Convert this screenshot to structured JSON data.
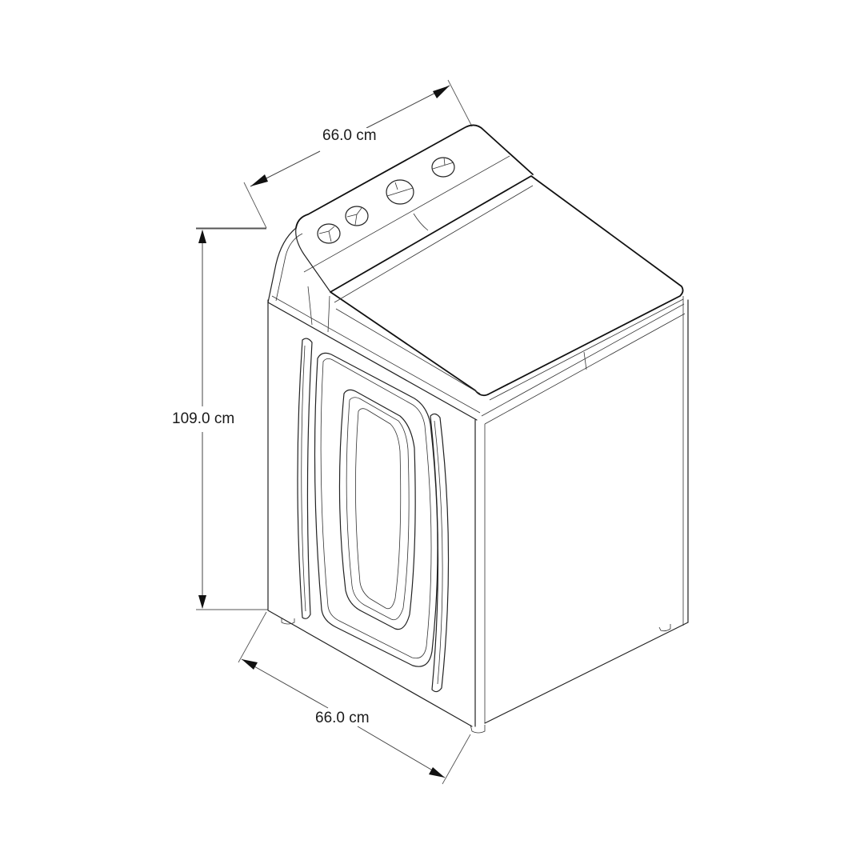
{
  "diagram": {
    "subject": "Top-load washing machine dimension drawing",
    "colors": {
      "line": "#222222",
      "background": "#ffffff",
      "text": "#1a1a1a"
    },
    "dimensions": {
      "top_depth": {
        "label": "66.0 cm",
        "value": 66.0,
        "unit": "cm"
      },
      "height": {
        "label": "109.0 cm",
        "value": 109.0,
        "unit": "cm"
      },
      "bottom_width": {
        "label": "66.0 cm",
        "value": 66.0,
        "unit": "cm"
      }
    },
    "control_panel": {
      "knob_count": 4
    }
  }
}
